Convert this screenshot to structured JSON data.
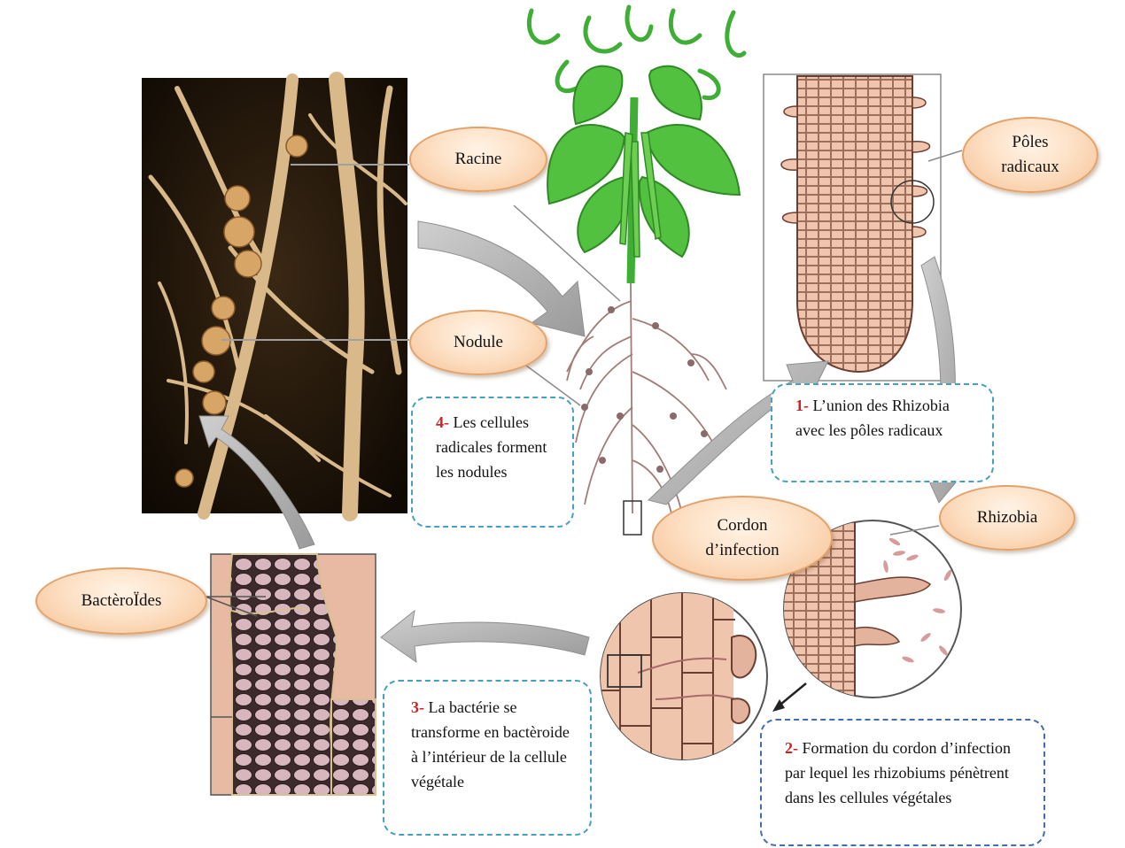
{
  "labels": {
    "racine": "Racine",
    "nodule": "Nodule",
    "poles": "Pôles radicaux",
    "cordon": "Cordon d’infection",
    "rhizobia": "Rhizobia",
    "bacteroides": "BactèroЇdes"
  },
  "steps": [
    {
      "num": "1-",
      "text": "L’union des Rhizobia avec les pôles radicaux"
    },
    {
      "num": "2-",
      "text": "Formation du cordon d’infection par lequel les rhizobiums pénètrent dans les cellules végétales"
    },
    {
      "num": "3-",
      "text": "La bactérie se transforme en bactèroide à l’intérieur de la cellule végétale"
    },
    {
      "num": "4-",
      "text": "Les cellules radicales forment les nodules"
    }
  ],
  "colors": {
    "oval_fill": "#fde1c6",
    "oval_border": "#e2a26b",
    "dashed_border": "#46a0c0",
    "step_number": "#d21f1f",
    "tissue": "#e8b9a3",
    "plant_green": "#3fae35"
  }
}
